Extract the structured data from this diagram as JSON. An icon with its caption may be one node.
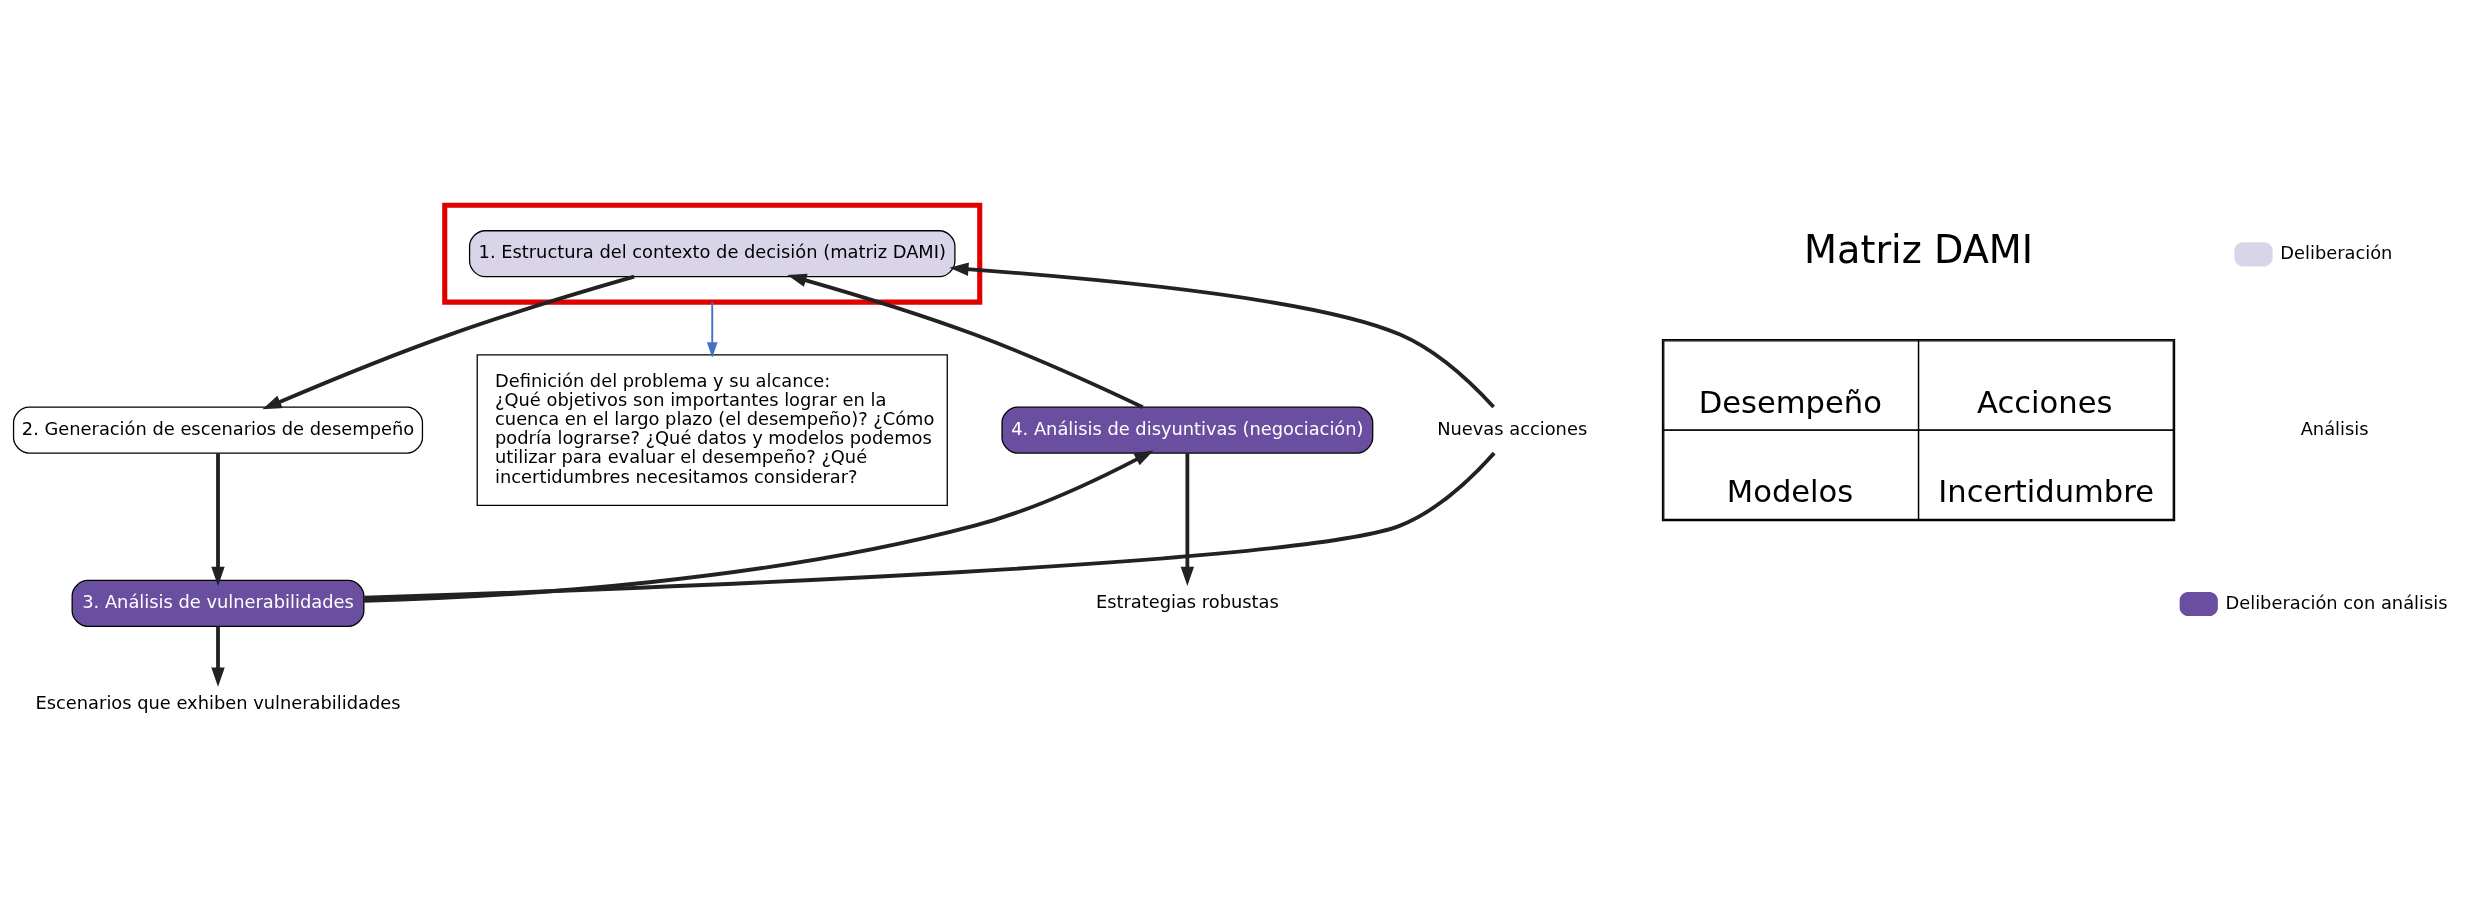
{
  "diagram": {
    "nodes": [
      {
        "text": [],
        "shape": "box"
      },
      {
        "text": [
          "1. Estructura del contexto de decisión (matriz DAMI)"
        ],
        "in": 0
      },
      {
        "text": [
          "2. Generación de escenarios de desempeño"
        ]
      },
      {
        "text": [
          "3. Análisis de vulnerabilidades"
        ]
      },
      {
        "text": [
          "4. Análisis de disyuntivas (negociación)"
        ]
      },
      {
        "text": [
          "Nuevas acciones"
        ]
      },
      {
        "text": [
          "Estrategias robustas"
        ]
      },
      {
        "text": [
          "Escenarios que exhiben vulnerabilidades"
        ]
      },
      {
        "text": [
          "Definición del problema y su alcance:",
          "¿Qué objetivos son importantes lograr en la cuenca en el largo plazo (el desempeño)? ¿Cómo podría lograrse? ¿Qué datos y modelos podemos utilizar para evaluar el desempeño? ¿Qué incertidumbres necesitamos considerar?"
        ]
      }
    ],
    "edges": [
      {
        "from": 1,
        "to": 2,
        "arrow": "to"
      },
      {
        "from": 2,
        "to": 3,
        "arrow": "to"
      },
      {
        "from": 3,
        "to": 4,
        "arrow": "to"
      },
      {
        "from": 4,
        "to": 1,
        "arrow": "to"
      },
      {
        "from": 3,
        "to": 5,
        "arrow": "none"
      },
      {
        "from": 5,
        "to": 1,
        "arrow": "to"
      },
      {
        "from": 4,
        "to": 6,
        "arrow": "to"
      },
      {
        "from": 3,
        "to": 7,
        "arrow": "to"
      },
      {
        "from": 0,
        "to": 8,
        "arrow": "to",
        "color": "#4472c4"
      }
    ],
    "labels": [
      "Matriz DAMI",
      "Desempeño",
      "Acciones",
      "Modelos",
      "Incertidumbre"
    ],
    "legend": [
      {
        "text": "Deliberación",
        "color": "#d9d4e8"
      },
      {
        "text": "Análisis",
        "color": "#ffffff"
      },
      {
        "text": "Deliberación con análisis",
        "color": "#6a4fa0"
      }
    ]
  }
}
